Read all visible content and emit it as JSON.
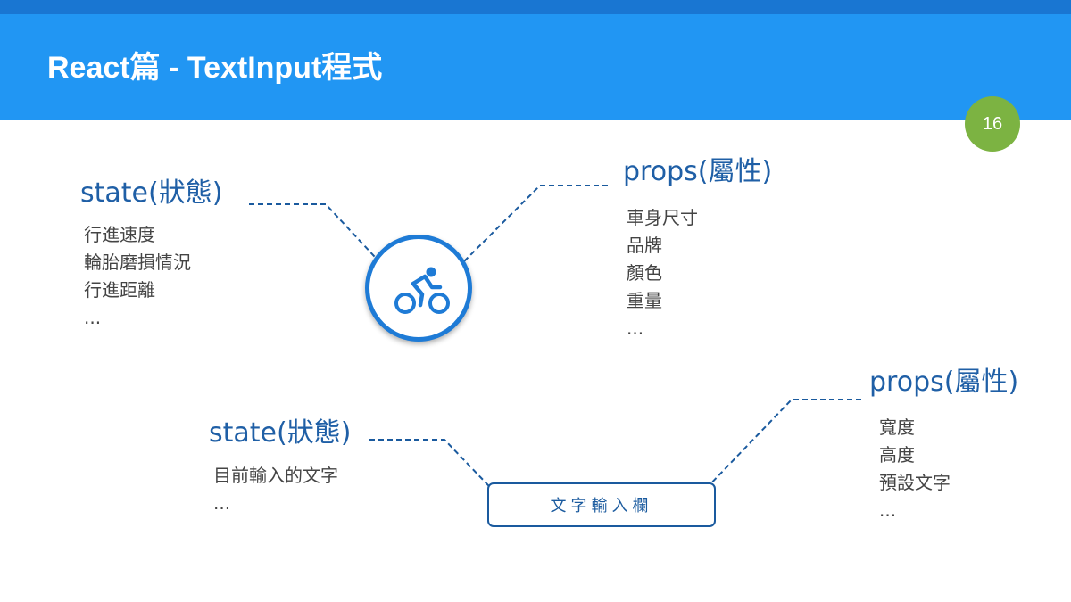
{
  "slide": {
    "title": "React篇 - TextInput程式",
    "page_number": "16"
  },
  "bike_section": {
    "state_heading": "state(狀態)",
    "state_items": [
      "行進速度",
      "輪胎磨損情況",
      "行進距離",
      "..."
    ],
    "props_heading": "props(屬性)",
    "props_items": [
      "車身尺寸",
      "品牌",
      "顏色",
      "重量",
      "..."
    ],
    "icon": "bicycle-icon"
  },
  "input_section": {
    "state_heading": "state(狀態)",
    "state_items": [
      "目前輸入的文字",
      "..."
    ],
    "props_heading": "props(屬性)",
    "props_items": [
      "寬度",
      "高度",
      "預設文字",
      "..."
    ],
    "input_label": "文字輸入欄"
  },
  "colors": {
    "header": "#2196f3",
    "header_strip": "#1976d2",
    "badge": "#7cb342",
    "heading_text": "#1f5fa6",
    "accent": "#1e7bd6"
  }
}
